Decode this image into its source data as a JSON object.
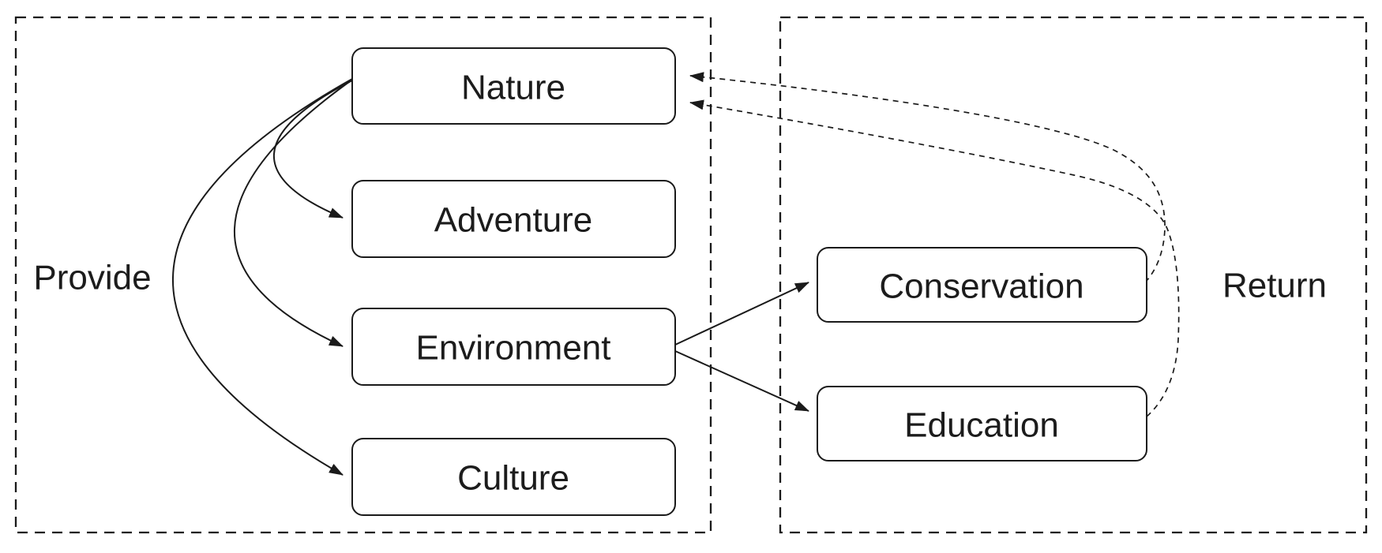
{
  "colors": {
    "background": "#ffffff",
    "stroke": "#1a1a1a",
    "text": "#1c1c1c"
  },
  "provide_group": {
    "label": "Provide",
    "nodes": [
      {
        "label": "Nature"
      },
      {
        "label": "Adventure"
      },
      {
        "label": "Environment"
      },
      {
        "label": "Culture"
      }
    ]
  },
  "return_group": {
    "label": "Return",
    "nodes": [
      {
        "label": "Conservation"
      },
      {
        "label": "Education"
      }
    ]
  },
  "edges": [
    {
      "from": "Nature",
      "to": "Adventure",
      "line": "solid",
      "shape": "curved"
    },
    {
      "from": "Nature",
      "to": "Environment",
      "line": "solid",
      "shape": "curved"
    },
    {
      "from": "Nature",
      "to": "Culture",
      "line": "solid",
      "shape": "curved"
    },
    {
      "from": "Environment",
      "to": "Conservation",
      "line": "solid",
      "shape": "straight"
    },
    {
      "from": "Environment",
      "to": "Education",
      "line": "solid",
      "shape": "straight"
    },
    {
      "from": "Conservation",
      "to": "Nature",
      "line": "dashed",
      "shape": "curved"
    },
    {
      "from": "Education",
      "to": "Nature",
      "line": "dashed",
      "shape": "curved"
    }
  ]
}
